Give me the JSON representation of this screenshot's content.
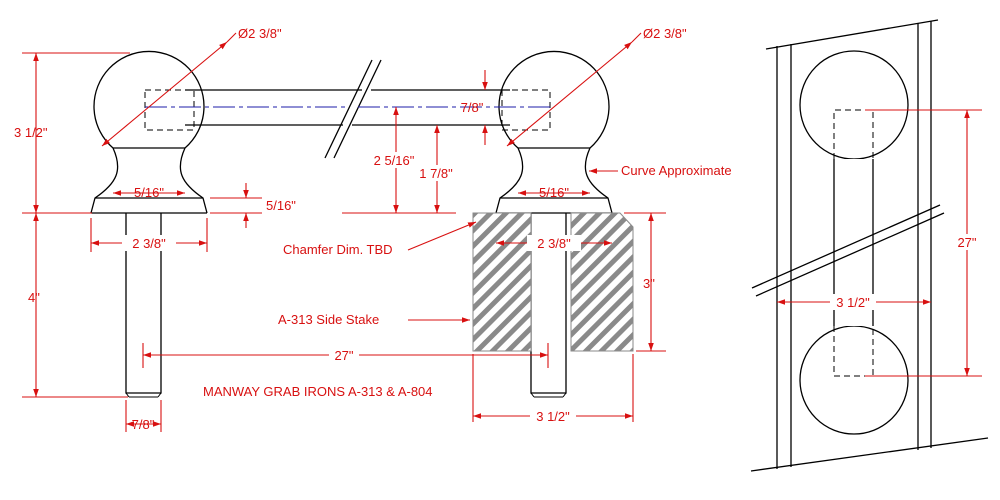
{
  "colors": {
    "dimension": "#d81010",
    "outline": "#000000",
    "centerline": "#1c1ca8",
    "hatch": "#8a8a8a"
  },
  "title": "MANWAY GRAB IRONS A-313 & A-804",
  "dimensions": {
    "ball_diameter_left": "Ø2 3/8\"",
    "ball_diameter_right": "Ø2 3/8\"",
    "overall_height": "3 1/2\"",
    "leg_length": "4\"",
    "bar_diameter": "7/8\"",
    "neck_width_left": "5/16\"",
    "neck_width_right": "5/16\"",
    "flange_thickness": "5/16\"",
    "flange_width_left": "2 3/8\"",
    "flange_width_right": "2 3/8\"",
    "centerline_height": "2 5/16\"",
    "rung_height": "1 7/8\"",
    "leg_diameter": "7/8\"",
    "span": "27\"",
    "stake_depth": "3\"",
    "stake_width": "3 1/2\"",
    "side_span": "27\"",
    "side_width": "3 1/2\""
  },
  "notes": {
    "curve": "Curve Approximate",
    "chamfer": "Chamfer Dim. TBD",
    "stake": "A-313 Side Stake"
  }
}
